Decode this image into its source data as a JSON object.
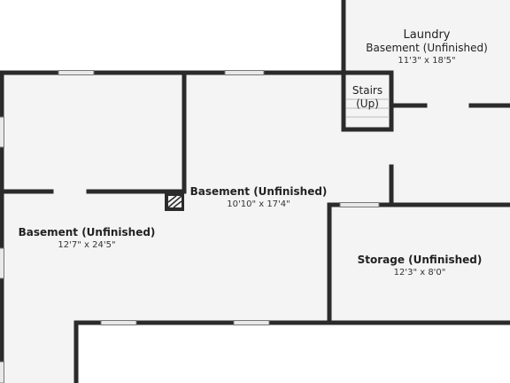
{
  "rooms": {
    "laundry": {
      "line1": "Laundry",
      "line2": "Basement (Unfinished)",
      "dims": "11'3\" x 18'5\""
    },
    "stairs": {
      "line1": "Stairs",
      "line2": "(Up)"
    },
    "center": {
      "name": "Basement (Unfinished)",
      "dims": "10'10\" x 17'4\""
    },
    "left": {
      "name": "Basement (Unfinished)",
      "dims": "12'7\" x 24'5\""
    },
    "storage": {
      "name": "Storage (Unfinished)",
      "dims": "12'3\" x 8'0\""
    }
  },
  "colors": {
    "floor": "#f4f4f4",
    "wall": "#2b2b2b",
    "window": "#e9e9e9",
    "background": "#ffffff"
  }
}
